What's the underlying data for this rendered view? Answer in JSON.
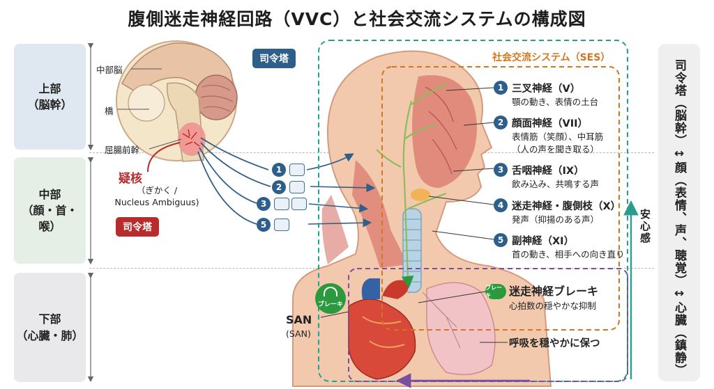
{
  "title": "腹側迷走神経回路（VVC）と社会交流システムの構成図",
  "levels": {
    "upper": {
      "line1": "上部",
      "line2": "（脳幹）"
    },
    "middle": {
      "line1": "中部",
      "line2": "（顔・首・喉）"
    },
    "lower": {
      "line1": "下部",
      "line2": "（心臓・肺）"
    }
  },
  "brain_labels": {
    "midbrain": "中部脳",
    "pons": "橋",
    "medulla": "屈腸前幹"
  },
  "nucleus": {
    "name": "疑核",
    "reading": "（ぎかく /",
    "latin": "Nucleus Ambiguus)"
  },
  "tags": {
    "command_blue": "司令塔",
    "command_red": "司令塔"
  },
  "ses_label": "社会交流システム（SES）",
  "connector_numbers": [
    "1",
    "2",
    "3",
    "5"
  ],
  "nerves": [
    {
      "num": "1",
      "name": "三叉神経（V）",
      "desc": [
        "顎の動き、表情の土台"
      ]
    },
    {
      "num": "2",
      "name": "顔面神経（VII）",
      "desc": [
        "表情筋（笑顔）、中耳筋",
        "（人の声を聞き取る）"
      ]
    },
    {
      "num": "3",
      "name": "舌咽神経（IX）",
      "desc": [
        "飲み込み、共鳴する声"
      ]
    },
    {
      "num": "4",
      "name": "迷走神経・腹側枝（X）",
      "desc": [
        "発声（抑揚のある声）"
      ]
    },
    {
      "num": "5",
      "name": "副神経（XI）",
      "desc": [
        "首の動き、相手への向き直り"
      ]
    }
  ],
  "brake": {
    "name": "迷走神経ブレーキ",
    "desc": "心拍数の穏やかな抑制",
    "badge": "ブレーキ",
    "small_badge": "ブレーキ"
  },
  "breath": "呼吸を穏やかに保つ",
  "san": {
    "label": "SAN",
    "sub": "(SAN)"
  },
  "anshin": "安心感",
  "command_column": "司令塔（脳幹）↔顔（表情、声、聴覚）↔心臓（鎮静）",
  "colors": {
    "navy": "#2e5f8a",
    "red": "#b72c2c",
    "orange_dash": "#d2771f",
    "teal_dash": "#2a9d8f",
    "purple_dash": "#7a4fa0",
    "green": "#2b9a3e"
  }
}
